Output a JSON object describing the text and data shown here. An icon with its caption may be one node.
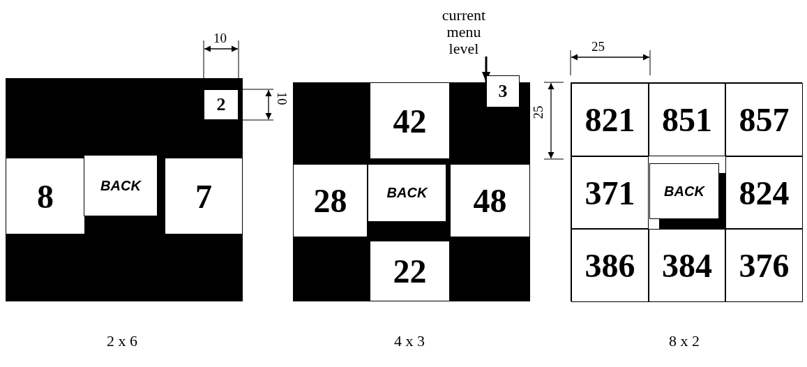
{
  "diagram": {
    "nodes": [
      {
        "text": [],
        "shape": "box",
        "beside": [
          "2 x 6"
        ]
      },
      {
        "text": [
          "2"
        ],
        "in": 0
      },
      {
        "text": [
          "8"
        ],
        "in": 0
      },
      {
        "text": [
          "BACK"
        ],
        "in": 0
      },
      {
        "text": [
          "7"
        ],
        "in": 0
      },
      {
        "text": [],
        "shape": "box",
        "beside": [
          "4 x 3"
        ]
      },
      {
        "text": [
          "current menu level"
        ]
      },
      {
        "text": [
          "3"
        ],
        "in": 5
      },
      {
        "text": [
          "42"
        ],
        "in": 5
      },
      {
        "text": [
          "28"
        ],
        "in": 5
      },
      {
        "text": [
          "BACK"
        ],
        "in": 5
      },
      {
        "text": [
          "48"
        ],
        "in": 5
      },
      {
        "text": [
          "22"
        ],
        "in": 5
      },
      {
        "text": [],
        "shape": "box",
        "beside": [
          "8 x 2"
        ]
      },
      {
        "text": [
          "821"
        ],
        "in": 13
      },
      {
        "text": [
          "851"
        ],
        "in": 13
      },
      {
        "text": [
          "857"
        ],
        "in": 13
      },
      {
        "text": [
          "371"
        ],
        "in": 13
      },
      {
        "text": [
          "BACK"
        ],
        "in": 13
      },
      {
        "text": [
          "824"
        ],
        "in": 13
      },
      {
        "text": [
          "386"
        ],
        "in": 13
      },
      {
        "text": [
          "384"
        ],
        "in": 13
      },
      {
        "text": [
          "376"
        ],
        "in": 13
      }
    ],
    "edges": [
      {
        "from": 6,
        "to": 7,
        "arrow": "to"
      }
    ],
    "labels": [
      "10",
      "10",
      "25",
      "25"
    ]
  }
}
